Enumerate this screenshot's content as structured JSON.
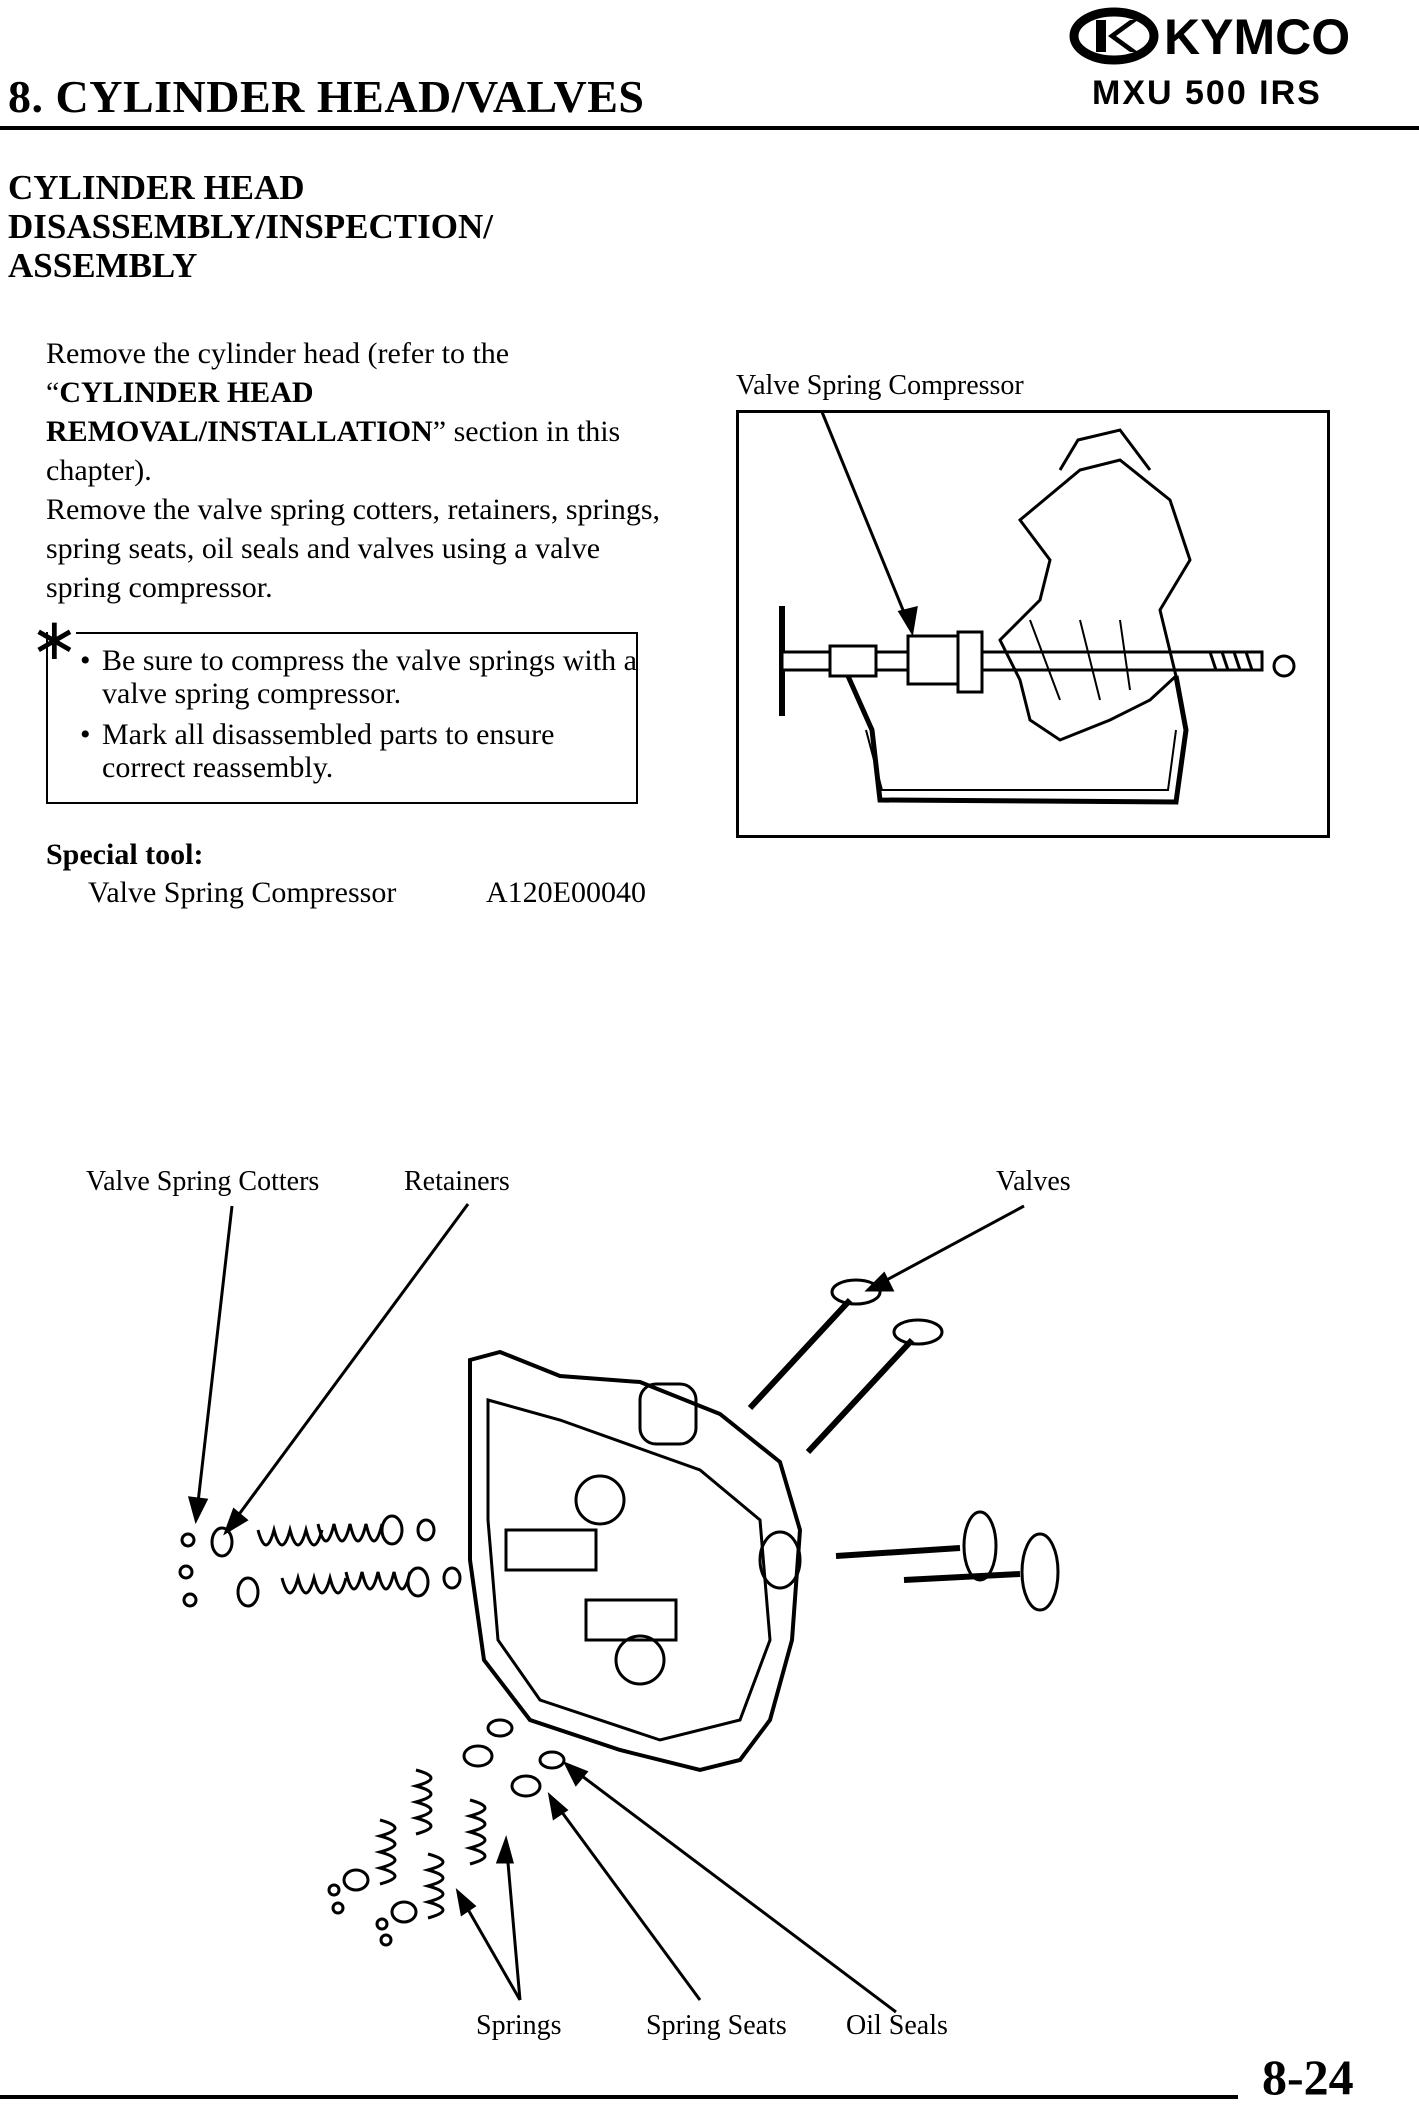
{
  "header": {
    "chapter_title": "8. CYLINDER HEAD/VALVES",
    "brand": "KYMCO",
    "model": "MXU 500 IRS"
  },
  "section": {
    "heading_lines": [
      "CYLINDER HEAD",
      "DISASSEMBLY/INSPECTION/",
      "ASSEMBLY"
    ]
  },
  "intro": {
    "p1_a": "Remove the cylinder head (refer to the",
    "p1_q_open": "“",
    "p1_bold": "CYLINDER HEAD REMOVAL/INSTALLATION",
    "p1_q_close": "”",
    "p1_b": " section in this chapter).",
    "p2": "Remove the valve spring cotters, retainers, springs, spring seats, oil seals and valves using a valve spring compressor."
  },
  "note": {
    "marker": "∗",
    "bullet": "•",
    "items": [
      "Be sure to compress the valve springs with a valve spring compressor.",
      "Mark all disassembled parts to ensure correct reassembly."
    ]
  },
  "special_tool": {
    "label": "Special tool:",
    "name": "Valve Spring Compressor",
    "code": "A120E00040"
  },
  "figure1": {
    "label": "Valve Spring Compressor"
  },
  "figure2": {
    "labels": {
      "cotters": "Valve Spring Cotters",
      "retainers": "Retainers",
      "valves": "Valves",
      "springs": "Springs",
      "spring_seats": "Spring Seats",
      "oil_seals": "Oil Seals"
    }
  },
  "footer": {
    "page_number": "8-24"
  }
}
